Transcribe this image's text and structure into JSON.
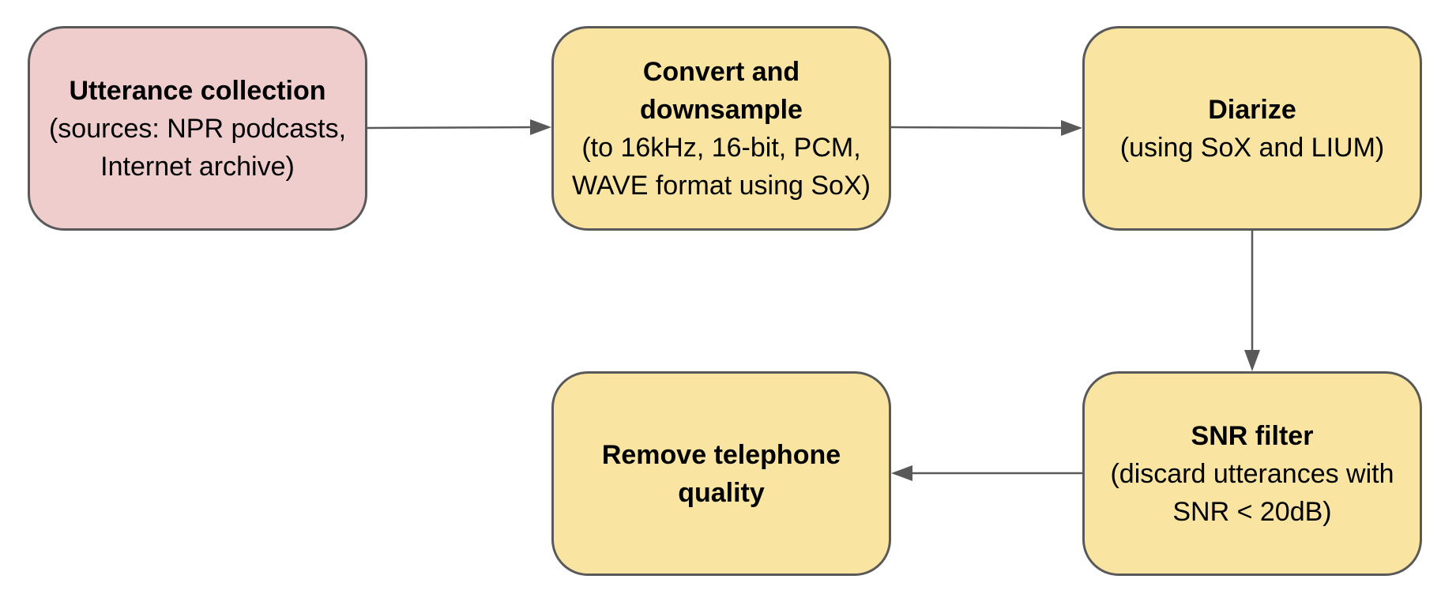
{
  "diagram": {
    "nodes": [
      {
        "id": "n1",
        "title": "Utterance collection",
        "desc": "(sources: NPR podcasts, Internet archive)",
        "fill": "#efcdcd"
      },
      {
        "id": "n2",
        "title": "Convert and downsample",
        "desc": "(to 16kHz, 16-bit, PCM, WAVE format using SoX)",
        "fill": "#f9e5a1"
      },
      {
        "id": "n3",
        "title": "Diarize",
        "desc": "(using SoX and LIUM)",
        "fill": "#f9e5a1"
      },
      {
        "id": "n4",
        "title": "SNR filter",
        "desc": "(discard utterances with SNR < 20dB)",
        "fill": "#f9e5a1"
      },
      {
        "id": "n5",
        "title": "Remove telephone quality",
        "desc": "",
        "fill": "#f9e5a1"
      }
    ],
    "edges": [
      {
        "from": "n1",
        "to": "n2"
      },
      {
        "from": "n2",
        "to": "n3"
      },
      {
        "from": "n3",
        "to": "n4"
      },
      {
        "from": "n4",
        "to": "n5"
      }
    ],
    "colors": {
      "border": "#595959",
      "arrow": "#595959",
      "text": "#000000"
    }
  }
}
